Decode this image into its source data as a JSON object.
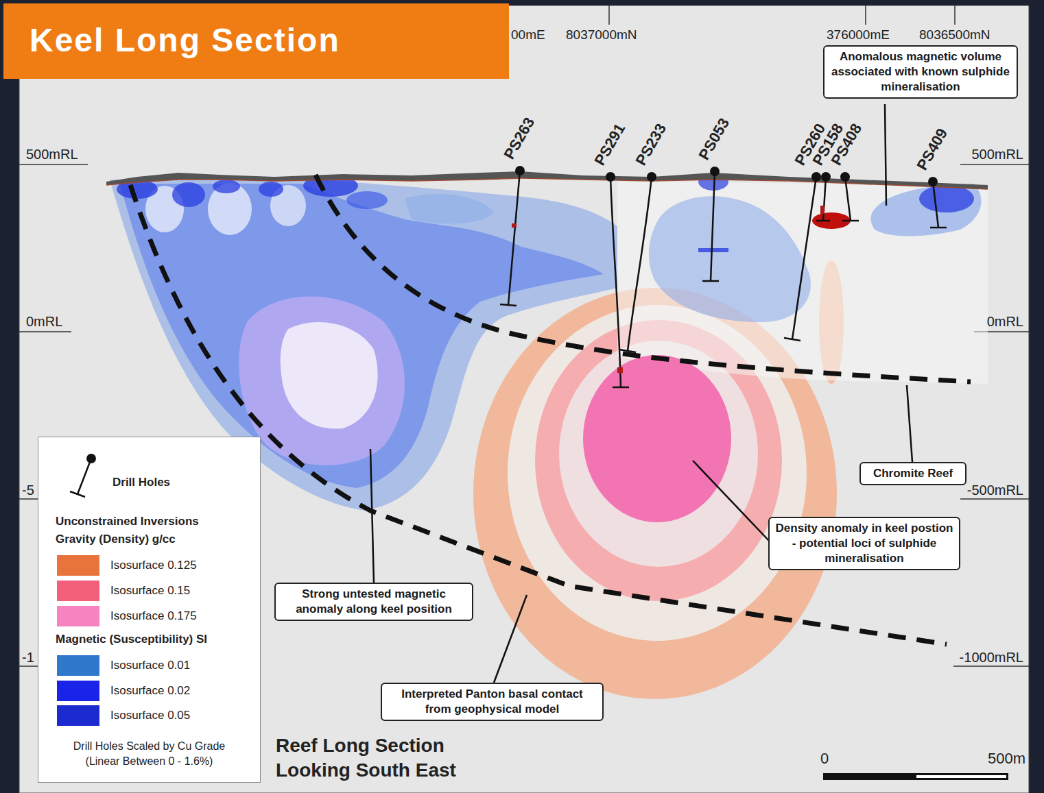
{
  "diagram": {
    "title": "Keel Long Section",
    "caption": "Reef Long Section Looking South East",
    "nodes": [
      {
        "text": [
          "Anomalous magnetic volume associated with known sulphide mineralisation"
        ]
      },
      {
        "text": [
          "Chromite Reef"
        ]
      },
      {
        "text": [
          "Density anomaly in keel postion - potential loci of sulphide mineralisation"
        ]
      },
      {
        "text": [
          "Strong untested magnetic anomaly along keel position"
        ]
      },
      {
        "text": [
          "Interpreted Panton basal contact from geophysical model"
        ]
      }
    ],
    "labels": [
      "00mE",
      "8037000mN",
      "376000mE",
      "8036500mN",
      "500mRL",
      "500mRL",
      "0mRL",
      "0mRL",
      "-5",
      "-500mRL",
      "-1",
      "-1000mRL",
      "PS263",
      "PS291",
      "PS233",
      "PS053",
      "PS260",
      "PS158",
      "PS408",
      "PS409",
      "0",
      "500m"
    ],
    "legend": [
      {
        "text": "Drill Holes"
      },
      {
        "text": "Unconstrained Inversions"
      },
      {
        "text": "Gravity (Density) g/cc"
      },
      {
        "text": "Isosurface 0.125",
        "color": "#e8743c"
      },
      {
        "text": "Isosurface 0.15",
        "color": "#f2607a"
      },
      {
        "text": "Isosurface 0.175",
        "color": "#f584c0"
      },
      {
        "text": "Magnetic (Susceptibility) SI"
      },
      {
        "text": "Isosurface 0.01",
        "color": "#2f78cc"
      },
      {
        "text": "Isosurface 0.02",
        "color": "#1a24e8"
      },
      {
        "text": "Isosurface 0.05",
        "color": "#1c2bd0"
      },
      {
        "text": "Drill Holes Scaled by Cu Grade (Linear Between 0 - 1.6%)"
      }
    ]
  }
}
